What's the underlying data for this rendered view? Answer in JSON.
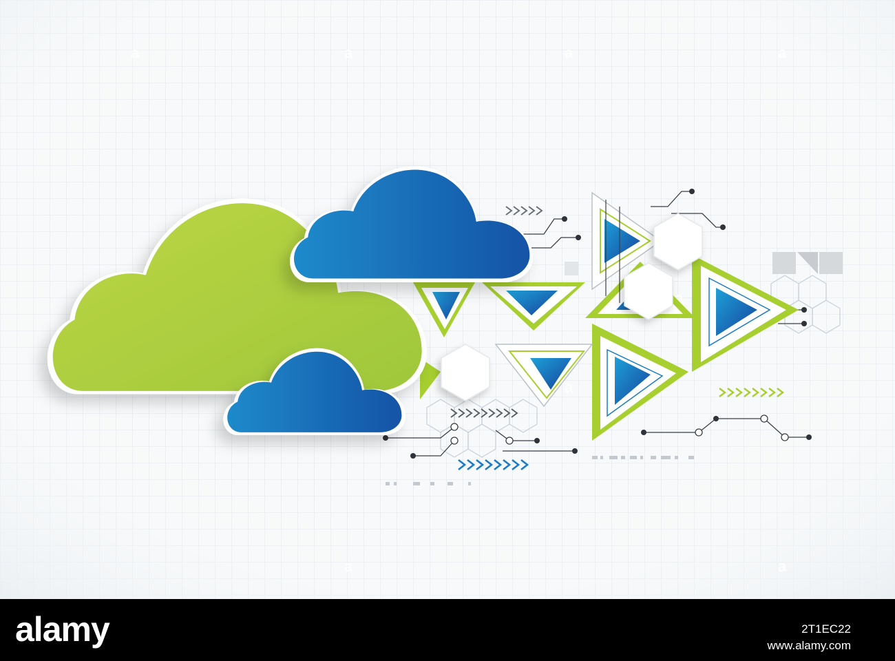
{
  "illustration": {
    "subject": "cloud-computing-technology-background",
    "cloud_colors": {
      "large": "#b8d443",
      "medium": "#1a6bb5",
      "small": "#1a6bb5"
    },
    "accent_green": "#a7cf2f",
    "accent_blue": "#1a7cc6",
    "grid_color": "#d9e1e8"
  },
  "watermark": {
    "text": "a"
  },
  "footer": {
    "logo": "alamy",
    "image_id": "2T1EC22",
    "url": "www.alamy.com"
  }
}
